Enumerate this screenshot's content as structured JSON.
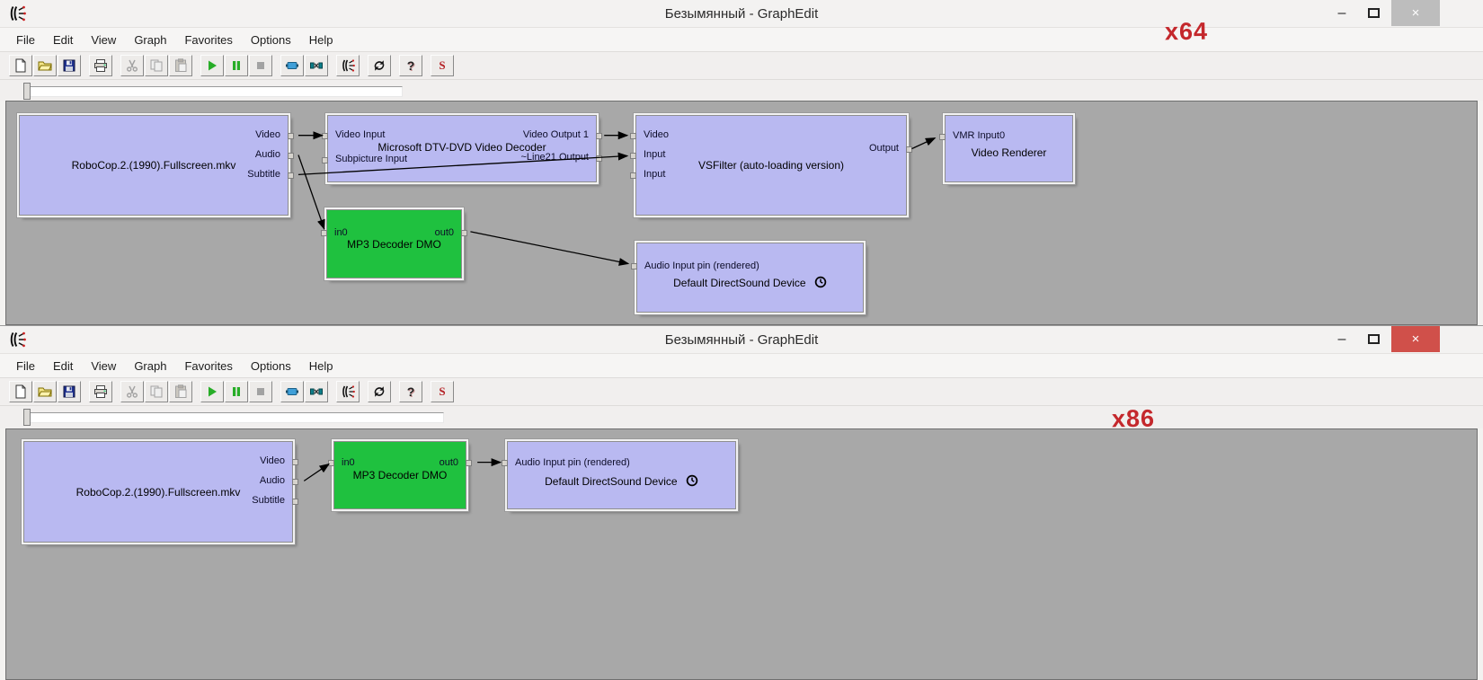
{
  "annotations": {
    "top_window_arch": "x64",
    "bottom_window_arch": "x86"
  },
  "colors": {
    "annotation_red": "#c4282c",
    "filter_box_fill": "#b9b9f1",
    "active_filter_fill": "#1fc13f",
    "canvas_gray": "#a8a8a8",
    "close_button_red": "#d0504a"
  },
  "window": {
    "title": "Безымянный - GraphEdit",
    "menu": [
      "File",
      "Edit",
      "View",
      "Graph",
      "Favorites",
      "Options",
      "Help"
    ],
    "controls": {
      "minimize": "–",
      "close": "×"
    },
    "toolbar_glyphs": {
      "help": "?",
      "render_script": "S"
    }
  },
  "win1": {
    "filters": [
      {
        "name": "RoboCop.2.(1990).Fullscreen.mkv",
        "outputs": [
          "Video",
          "Audio",
          "Subtitle"
        ]
      },
      {
        "name": "Microsoft DTV-DVD Video Decoder",
        "inputs": [
          "Video Input",
          "Subpicture Input"
        ],
        "outputs": [
          "Video Output 1",
          "~Line21 Output"
        ]
      },
      {
        "name": "VSFilter (auto-loading version)",
        "inputs": [
          "Video",
          "Input",
          "Input"
        ],
        "outputs": [
          "Output"
        ]
      },
      {
        "name": "Video Renderer",
        "inputs": [
          "VMR Input0"
        ]
      },
      {
        "name": "MP3 Decoder DMO",
        "inputs": [
          "in0"
        ],
        "outputs": [
          "out0"
        ]
      },
      {
        "name": "Default DirectSound Device",
        "inputs": [
          "Audio Input pin (rendered)"
        ]
      }
    ]
  },
  "win2": {
    "filters": [
      {
        "name": "RoboCop.2.(1990).Fullscreen.mkv",
        "outputs": [
          "Video",
          "Audio",
          "Subtitle"
        ]
      },
      {
        "name": "MP3 Decoder DMO",
        "inputs": [
          "in0"
        ],
        "outputs": [
          "out0"
        ]
      },
      {
        "name": "Default DirectSound Device",
        "inputs": [
          "Audio Input pin (rendered)"
        ]
      }
    ]
  }
}
